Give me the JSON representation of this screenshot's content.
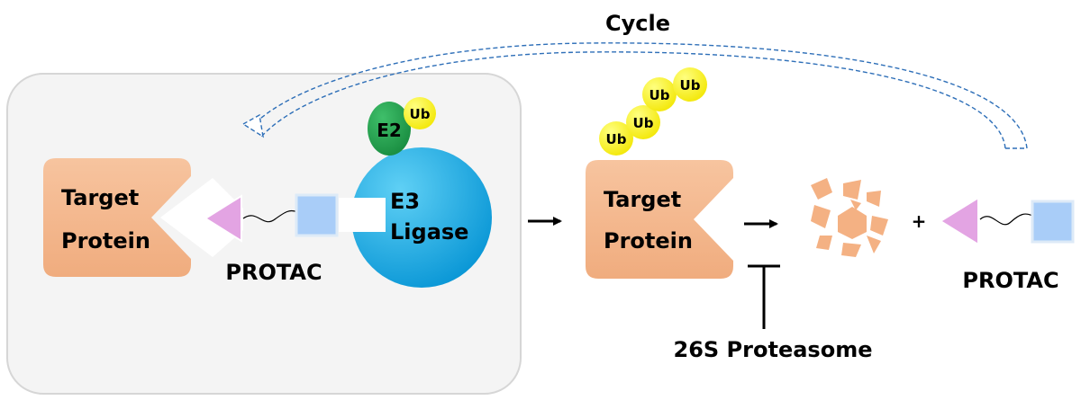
{
  "cycle_label": "Cycle",
  "complex": {
    "target_protein": [
      "Target",
      "Protein"
    ],
    "protac_label": "PROTAC",
    "e2_label": "E2",
    "ub_label": "Ub",
    "e3_label": [
      "E3",
      "Ligase"
    ]
  },
  "ubiquitinated": {
    "ub_labels": [
      "Ub",
      "Ub",
      "Ub",
      "Ub"
    ],
    "target_protein": [
      "Target",
      "Protein"
    ]
  },
  "plus_sign": "+",
  "released_protac_label": "PROTAC",
  "proteasome_label": "26S Proteasome",
  "colors": {
    "protein": "#f4b183",
    "e3": "#1ab0e8",
    "e2": "#1f9e4a",
    "ub": "#ffff00",
    "triangle": "#e3a4e3",
    "square": "#a9cdf8",
    "cycle": "#2e6fb8",
    "panel": "#f4f4f4"
  }
}
